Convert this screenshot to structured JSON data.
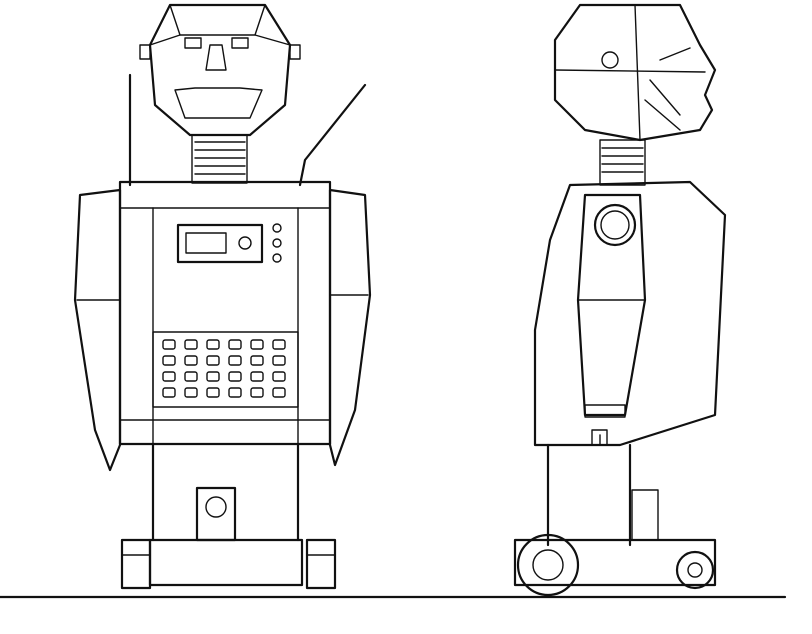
{
  "figure": {
    "views": [
      "front-view",
      "side-view"
    ],
    "line_color": "#111111",
    "background": "#ffffff",
    "keypad": {
      "rows": 4,
      "cols": 6
    },
    "panel_buttons": 3
  }
}
